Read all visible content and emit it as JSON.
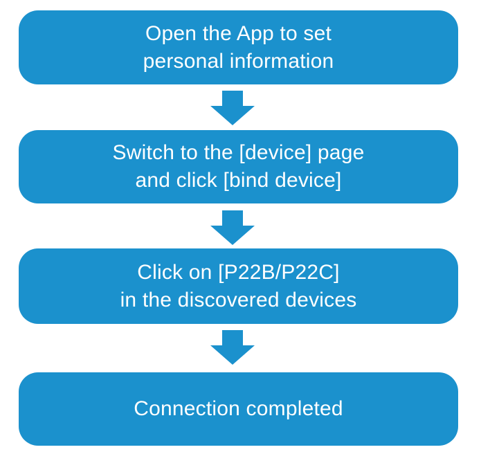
{
  "colors": {
    "shape_blue": "#1b91cd",
    "text_white": "#ffffff",
    "background": "#ffffff"
  },
  "flowchart": {
    "steps": [
      {
        "lines": [
          "Open the App to set",
          "personal information"
        ]
      },
      {
        "lines": [
          "Switch to the [device] page",
          "and click [bind device]"
        ]
      },
      {
        "lines": [
          "Click on [P22B/P22C]",
          "in the discovered devices"
        ]
      },
      {
        "lines": [
          "Connection completed"
        ]
      }
    ],
    "connector_icon": "down-arrow-icon",
    "connector_count": 3
  }
}
